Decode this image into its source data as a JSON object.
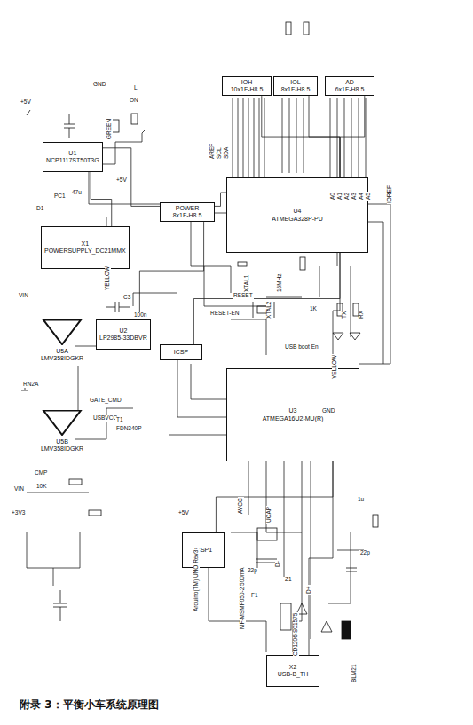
{
  "diagram": {
    "caption": "附录 3：平衡小车系统原理图",
    "nodes": [
      {
        "text": [
          "U4",
          "ATMEGA328P-PU"
        ]
      },
      {
        "text": [
          "U3",
          "ATMEGA16U2-MU(R)"
        ]
      },
      {
        "text": [
          "IOH",
          "10x1F-H8.5"
        ]
      },
      {
        "text": [
          "IOL",
          "8x1F-H8.5"
        ]
      },
      {
        "text": [
          "AD",
          "6x1F-H8.5"
        ]
      },
      {
        "text": [
          "POWER",
          "8x1F-H8.5"
        ]
      },
      {
        "text": [
          "U1",
          "NCP1117ST50T3G"
        ]
      },
      {
        "text": [
          "X1",
          "POWERSUPPLY_DC21MMX"
        ]
      },
      {
        "text": [
          "U5A",
          "LMV358IDGKR"
        ]
      },
      {
        "text": [
          "U5B",
          "LMV358IDGKR"
        ]
      },
      {
        "text": [
          "U2",
          "LP2985-33DBVR"
        ]
      },
      {
        "text": [
          "ICSP"
        ]
      },
      {
        "text": [
          "ICSP1"
        ]
      },
      {
        "text": [
          "X2",
          "USB-B_TH"
        ]
      }
    ],
    "edges": [
      {
        "from": 7,
        "to": 6,
        "arrow": "none"
      },
      {
        "from": 6,
        "to": 5,
        "arrow": "none"
      },
      {
        "from": 10,
        "to": 5,
        "arrow": "none"
      },
      {
        "from": 5,
        "to": 0,
        "arrow": "none"
      },
      {
        "from": 0,
        "to": 2,
        "arrow": "none"
      },
      {
        "from": 0,
        "to": 3,
        "arrow": "none"
      },
      {
        "from": 0,
        "to": 4,
        "arrow": "none"
      },
      {
        "from": 1,
        "to": 0,
        "arrow": "none"
      },
      {
        "from": 11,
        "to": 0,
        "arrow": "none"
      },
      {
        "from": 12,
        "to": 1,
        "arrow": "none"
      },
      {
        "from": 13,
        "to": 1,
        "arrow": "none"
      },
      {
        "from": 8,
        "to": 9,
        "arrow": "none"
      }
    ],
    "labels": [
      "+5V",
      "GND",
      "GREEN",
      "ON",
      "PC1",
      "47u",
      "D1",
      "+5V",
      "VIN",
      "YELLOW",
      "L",
      "C3",
      "100n",
      "RN2A",
      "10K",
      "USBVCC",
      "GATE_CMD",
      "T1",
      "FDN340P",
      "CMP",
      "+3V3",
      "VIN",
      "AREF",
      "SCL",
      "SDA",
      "RESET",
      "XTAL1",
      "XTAL2",
      "16MHz",
      "TX",
      "RX",
      "YELLOW",
      "1K",
      "USB boot En",
      "RESET-EN",
      "AVCC",
      "UCAP",
      "D-",
      "D+",
      "BLM21",
      "Z1",
      "F1",
      "MF-MSMF050-2 500mA",
      "Arduino(TM) UNO Rev3",
      "GND",
      "+5V",
      "1u",
      "22p",
      "22p",
      "CD1206-S01575",
      "IOREF",
      "A0",
      "A1",
      "A2",
      "A3",
      "A4",
      "A5"
    ]
  }
}
